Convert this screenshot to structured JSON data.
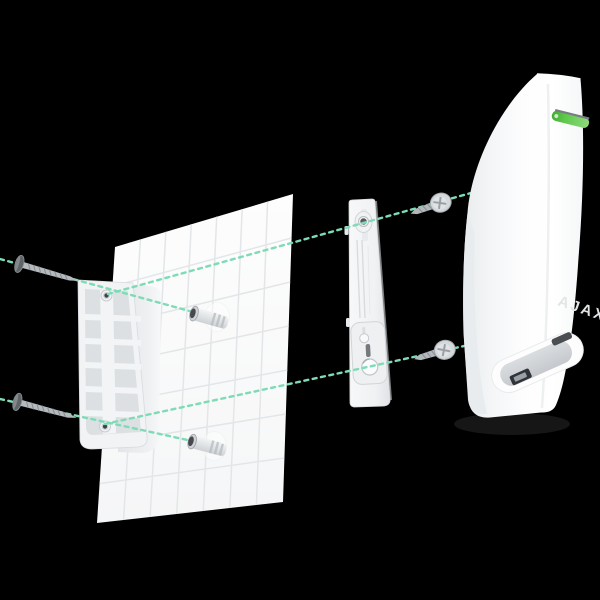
{
  "scene": {
    "background_color": "#000000",
    "description": "Exploded mounting diagram: two wall screws, two wall plugs in a tiled wall, corner mounting bracket, SmartBracket plate with two short screws, and Ajax curtain motion detector with green LED"
  },
  "wall": {
    "tile_color": "#fbfcfc",
    "grout_color": "#e3e6e8",
    "columns": 7,
    "rows": 7
  },
  "device": {
    "brand_label": "AJAX",
    "body_color": "#ffffff",
    "led_color": "#5ec94b",
    "lens_color": "#ccd0d4"
  },
  "hardware": {
    "dash_color": "#7edbb6",
    "screw_shaft_color": "#b5babe",
    "screw_head_color": "#5f6468",
    "pan_head_color": "#d4d8db",
    "anchor_color": "#e2e5e8",
    "bracket_color": "#f1f3f4",
    "smartbracket_color": "#f5f6f8"
  }
}
